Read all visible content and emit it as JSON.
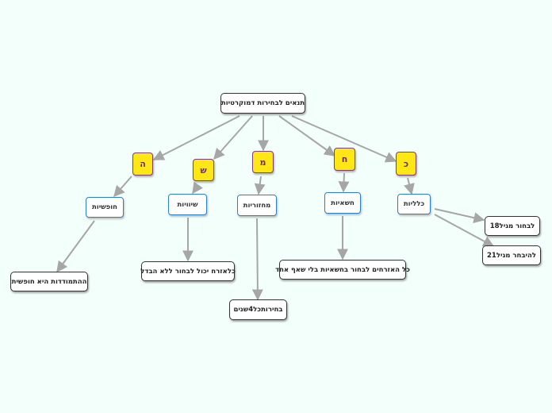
{
  "root": {
    "label": "תנאים לבחירות דמוקרטיות"
  },
  "letters": {
    "h": "ה",
    "sh": "ש",
    "m": "מ",
    "ch": "ח",
    "k": "כ"
  },
  "branches": {
    "hofshiyut": "חופשיות",
    "shivyonit": "שיוויות",
    "machzoriyut": "מחזוריות",
    "chashaiyut": "חשאיות",
    "klaliyut": "כלליות"
  },
  "leaves": {
    "hitmodedut": "ההתמודדות היא חופשית",
    "ezrach": "כלאזרח יכול לבחור ללא הבדל",
    "shanim": "בחירותכל4שנים",
    "ezrachim": "כל האזרחים לבחור בחשאיות בלי שאף אחד",
    "livchor": "לבחור מגיל18",
    "lehibachar": "להיבחר מגיל21"
  },
  "colors": {
    "background": "#f3fffb",
    "connector": "#a6a6a6",
    "letter_fill": "#ffe715",
    "letter_border": "#7a3e78",
    "branch_border": "#2c7fc9",
    "node_border": "#333333"
  }
}
